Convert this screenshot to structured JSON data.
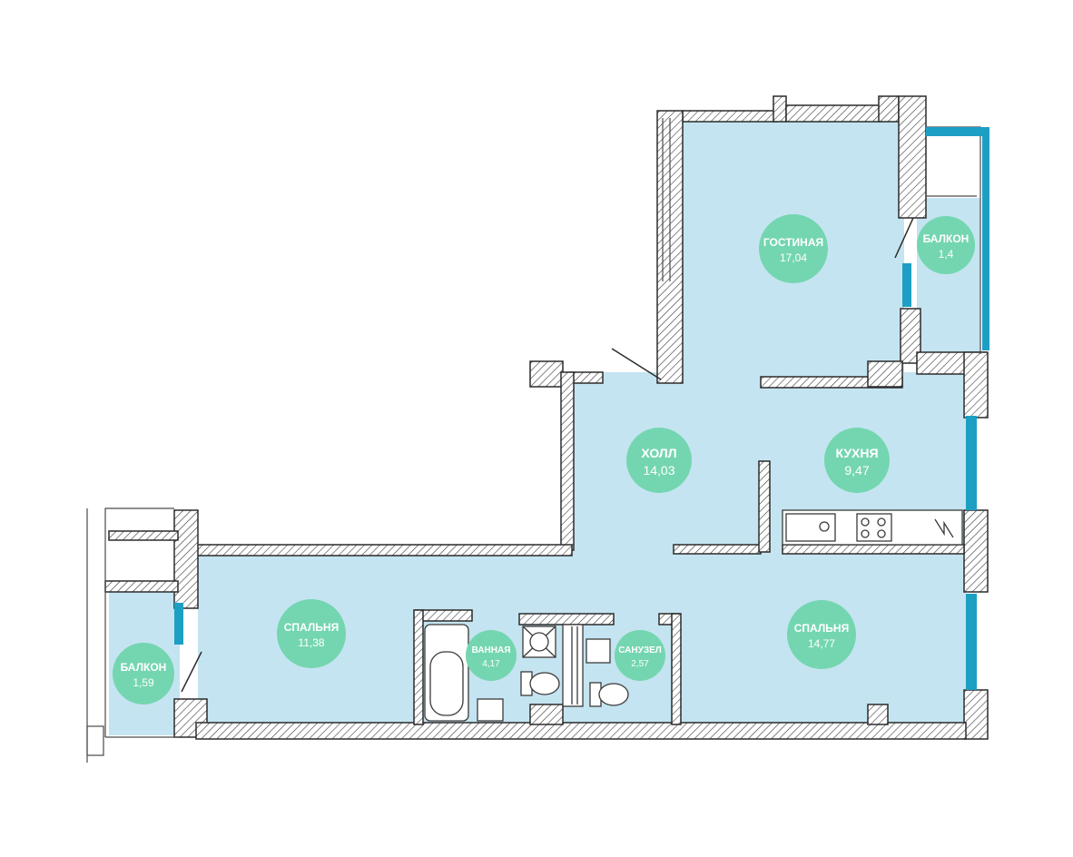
{
  "colors": {
    "floor": "#c5e4f1",
    "wall_fill": "#ffffff",
    "wall_stroke": "#2b2b2b",
    "window": "#1d9fc4",
    "label_circle": "#74d6b0",
    "label_text": "#ffffff"
  },
  "rooms": [
    {
      "id": "living",
      "name": "ГОСТИНАЯ",
      "area": "17,04"
    },
    {
      "id": "balcony-top",
      "name": "БАЛКОН",
      "area": "1,4"
    },
    {
      "id": "hall",
      "name": "ХОЛЛ",
      "area": "14,03"
    },
    {
      "id": "kitchen",
      "name": "КУХНЯ",
      "area": "9,47"
    },
    {
      "id": "bedroom-left",
      "name": "СПАЛЬНЯ",
      "area": "11,38"
    },
    {
      "id": "bathroom",
      "name": "ВАННАЯ",
      "area": "4,17"
    },
    {
      "id": "wc",
      "name": "САНУЗЕЛ",
      "area": "2,57"
    },
    {
      "id": "bedroom-right",
      "name": "СПАЛЬНЯ",
      "area": "14,77"
    },
    {
      "id": "balcony-left",
      "name": "БАЛКОН",
      "area": "1,59"
    }
  ],
  "icons": {
    "bathtub": "bathtub-icon",
    "sink": "sink-icon",
    "toilet": "toilet-icon",
    "stove": "stove-icon",
    "vent": "ventilation-shaft-icon",
    "door": "door-swing-icon"
  }
}
